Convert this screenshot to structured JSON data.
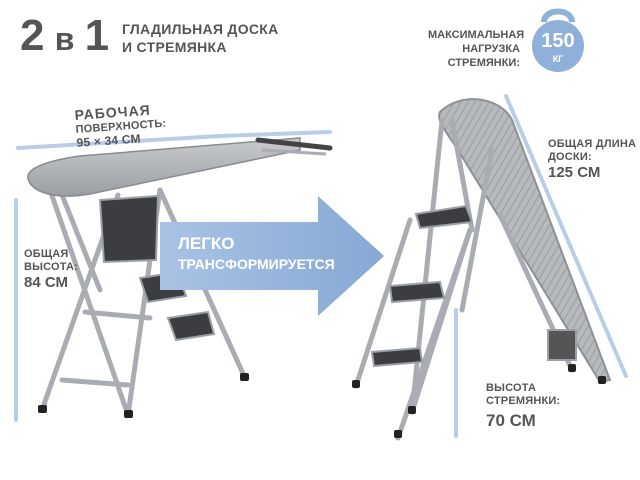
{
  "heading": {
    "big_number": "2",
    "connector": "в",
    "big_number_2": "1",
    "subtitle_line1": "ГЛАДИЛЬНАЯ ДОСКА",
    "subtitle_line2": "И СТРЕМЯНКА"
  },
  "load": {
    "line1": "МАКСИМАЛЬНАЯ",
    "line2": "НАГРУЗКА",
    "line3": "СТРЕМЯНКИ:",
    "value": "150",
    "unit": "КГ",
    "icon": "kettlebell-icon"
  },
  "surface": {
    "line1": "РАБОЧАЯ",
    "line2": "ПОВЕРХНОСТЬ:",
    "line3": "95 × 34 СМ"
  },
  "total_height": {
    "line1": "ОБЩАЯ",
    "line2": "ВЫСОТА:",
    "value": "84 СМ"
  },
  "board_length": {
    "line1": "ОБЩАЯ ДЛИНА",
    "line2": "ДОСКИ:",
    "value": "125 СМ"
  },
  "ladder_height": {
    "line1": "ВЫСОТА",
    "line2": "СТРЕМЯНКИ:",
    "value": "70 СМ"
  },
  "arrow": {
    "line1": "ЛЕГКО",
    "line2": "ТРАНСФОРМИРУЕТСЯ"
  },
  "colors": {
    "accent_blue": "#8fb0d8",
    "dim_line": "#b9cde6",
    "text": "#555555",
    "metal": "#b8bcc2",
    "board": "#b0b3b7"
  }
}
